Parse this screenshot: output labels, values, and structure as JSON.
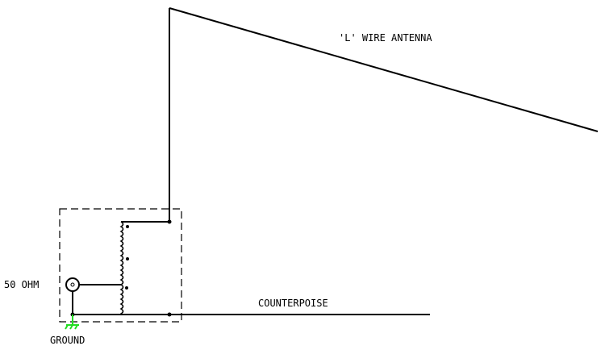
{
  "labels": {
    "antenna": "'L' WIRE ANTENNA",
    "counterpoise": "COUNTERPOISE",
    "impedance": "50 OHM",
    "ground": "GROUND"
  },
  "colors": {
    "wire": "#000000",
    "ground_symbol": "#22dd22"
  }
}
